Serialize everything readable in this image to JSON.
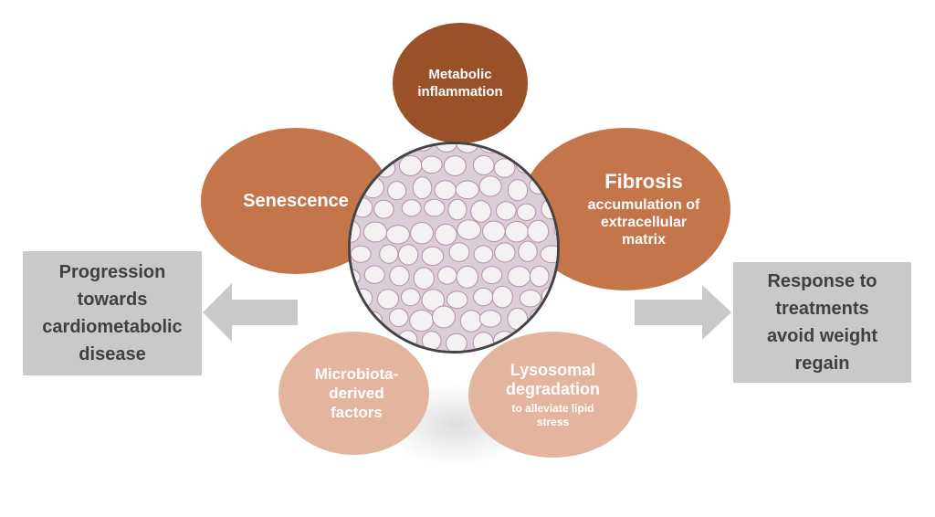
{
  "petals": {
    "metabolic": {
      "line1": "Metabolic\ninflammation"
    },
    "senescence": {
      "line1": "Senescence"
    },
    "fibrosis": {
      "line1": "Fibrosis",
      "line2": "accumulation of\nextracellular\nmatrix"
    },
    "microbiota": {
      "line1": "Microbiota-\nderived\nfactors"
    },
    "lysosomal": {
      "line1": "Lysosomal\ndegradation",
      "line2": "to alleviate lipid\nstress"
    }
  },
  "left_box": {
    "text": "Progression\ntowards\ncardiometabolic\ndisease"
  },
  "right_box": {
    "text": "Response to\ntreatments\navoid weight\nregain"
  },
  "colors": {
    "dark_petal": "#9a5028",
    "mid_petal": "#c4764a",
    "light_petal": "#e3b59e",
    "box": "#c9c9c9",
    "arrow": "#c9c9c9",
    "box_text": "#404040"
  },
  "center_image": {
    "icon": "adipose-tissue-micrograph"
  }
}
